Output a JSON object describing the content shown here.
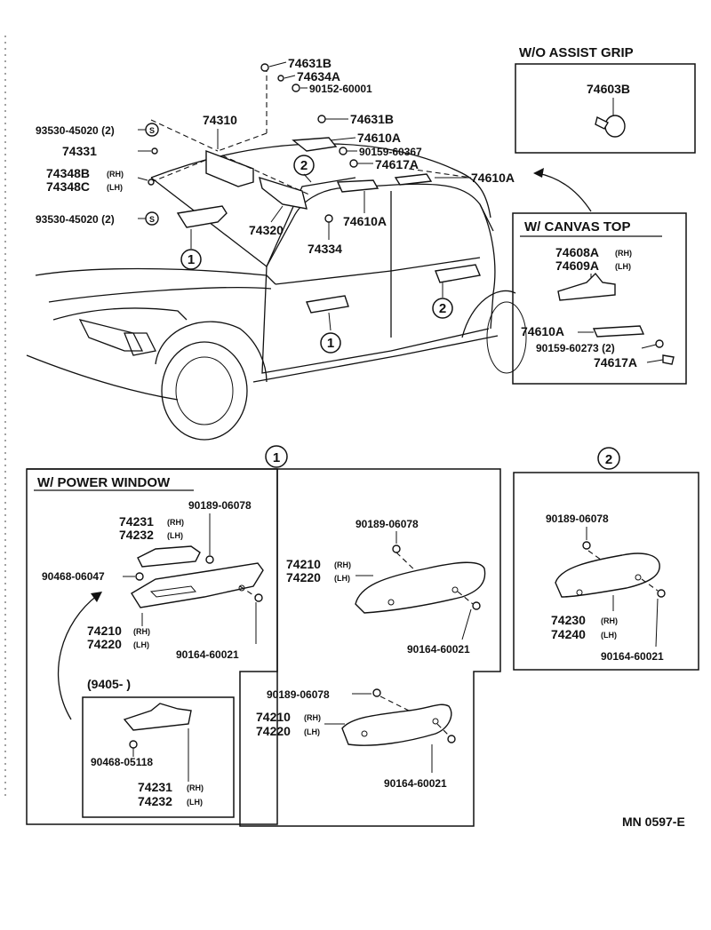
{
  "labels": {
    "p74631B_top": "74631B",
    "p74634A": "74634A",
    "p90152": "90152-60001",
    "p74631B_mid": "74631B",
    "p74610A_a": "74610A",
    "p90159_60367": "90159-60367",
    "p74617A": "74617A",
    "p74610A_b": "74610A",
    "p74310": "74310",
    "p93530_top": "93530-45020 (2)",
    "p74331": "74331",
    "p74348B": "74348B",
    "p74348C": "74348C",
    "p93530_bottom": "93530-45020 (2)",
    "p74320": "74320",
    "p74610A_c": "74610A",
    "p74334": "74334",
    "rh": "(RH)",
    "lh": "(LH)",
    "s_mark": "S",
    "c1": "1",
    "c2": "2",
    "wo_assist_title": "W/O ASSIST GRIP",
    "p74603B": "74603B",
    "canvas_title": "W/ CANVAS  TOP",
    "p74608A": "74608A",
    "p74609A": "74609A",
    "p74610A_canvas": "74610A",
    "p90159_60273": "90159-60273 (2)",
    "p74617A_canvas": "74617A",
    "power_title": "W/ POWER WINDOW",
    "p90189_pw": "90189-06078",
    "p74231": "74231",
    "p74232": "74232",
    "p90468_06047": "90468-06047",
    "p74210_pw": "74210",
    "p74220_pw": "74220",
    "p90164_pw": "90164-60021",
    "date_range": "(9405-          )",
    "p90468_05118": "90468-05118",
    "p74231_b": "74231",
    "p74232_b": "74232",
    "p90189_mid": "90189-06078",
    "p74210_mid": "74210",
    "p74220_mid": "74220",
    "p90164_mid": "90164-60021",
    "p90189_low": "90189-06078",
    "p74210_low": "74210",
    "p74220_low": "74220",
    "p90164_low": "90164-60021",
    "p90189_r": "90189-06078",
    "p74230": "74230",
    "p74240": "74240",
    "p90164_r": "90164-60021",
    "code": "MN 0597-E"
  }
}
